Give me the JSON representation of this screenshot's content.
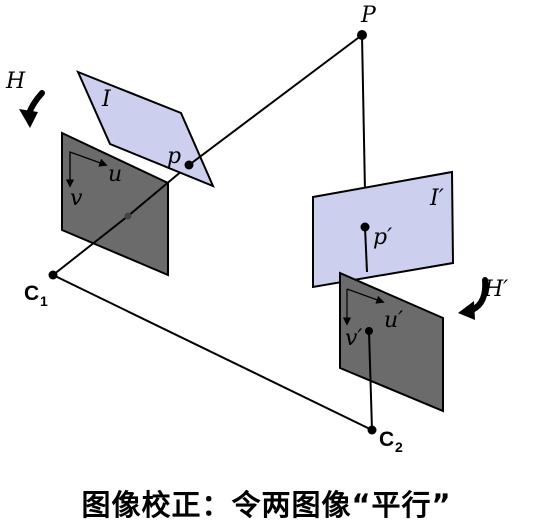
{
  "labels": {
    "point_P": "P",
    "homography_left": "H",
    "image_left": "I",
    "point_p_left": "p",
    "axis_u_left": "u",
    "axis_v_left": "v",
    "camera_center_1": "C",
    "camera_center_1_sub": "1",
    "image_right": "I′",
    "point_p_right": "p′",
    "homography_right": "H′",
    "axis_u_right": "u′",
    "axis_v_right": "v′",
    "camera_center_2": "C",
    "camera_center_2_sub": "2"
  },
  "caption": "图像校正：令两图像“平行”",
  "colors": {
    "image_plane_fill": "#cccfee",
    "sensor_plane_fill": "#6b6b6b",
    "line": "#000000"
  },
  "icons": {
    "rotation_arrow_left": "curved-arrow-down-left-icon",
    "rotation_arrow_right": "curved-arrow-down-left-icon"
  }
}
